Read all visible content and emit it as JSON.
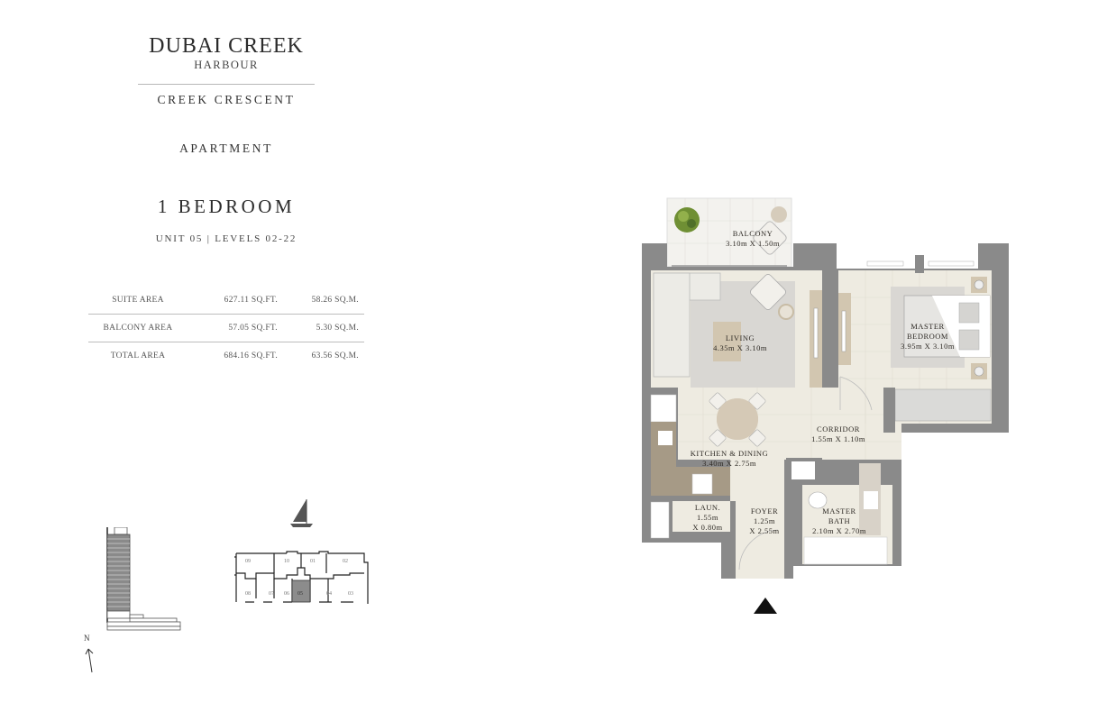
{
  "header": {
    "brand": "DUBAI CREEK",
    "brand_sub": "HARBOUR",
    "project": "CREEK CRESCENT",
    "type": "APARTMENT",
    "bedrooms": "1 BEDROOM",
    "unit_levels": "UNIT 05 | LEVELS 02-22"
  },
  "areas": {
    "rows": [
      {
        "label": "SUITE AREA",
        "sqft": "627.11 SQ.FT.",
        "sqm": "58.26 SQ.M."
      },
      {
        "label": "BALCONY AREA",
        "sqft": "57.05 SQ.FT.",
        "sqm": "5.30 SQ.M."
      },
      {
        "label": "TOTAL AREA",
        "sqft": "684.16 SQ.FT.",
        "sqm": "63.56 SQ.M."
      }
    ]
  },
  "rooms": {
    "balcony": {
      "name": "BALCONY",
      "dims": "3.10m X 1.50m"
    },
    "living": {
      "name": "LIVING",
      "dims": "4.35m X 3.10m"
    },
    "master_bedroom": {
      "name1": "MASTER",
      "name2": "BEDROOM",
      "dims": "3.95m X 3.10m"
    },
    "corridor": {
      "name": "CORRIDOR",
      "dims": "1.55m X 1.10m"
    },
    "kitchen_dining": {
      "name": "KITCHEN & DINING",
      "dims": "3.40m X 2.75m"
    },
    "laundry": {
      "name": "LAUN.",
      "dims1": "1.55m",
      "dims2": "X 0.80m"
    },
    "foyer": {
      "name": "FOYER",
      "dims1": "1.25m",
      "dims2": "X 2.55m"
    },
    "master_bath": {
      "name1": "MASTER",
      "name2": "BATH",
      "dims": "2.10m X 2.70m"
    }
  },
  "keyplan": {
    "units_top": [
      "09",
      "10",
      "01",
      "02"
    ],
    "units_bottom": [
      "08",
      "07",
      "06",
      "05",
      "04",
      "03"
    ],
    "highlighted": "05"
  },
  "compass": {
    "label": "N"
  },
  "colors": {
    "wall": "#8a8a8a",
    "floor": "#eeebe1",
    "rug": "#d9d7d3",
    "wood": "#d2c6b0",
    "highlight_unit": "#8c8c8c"
  }
}
